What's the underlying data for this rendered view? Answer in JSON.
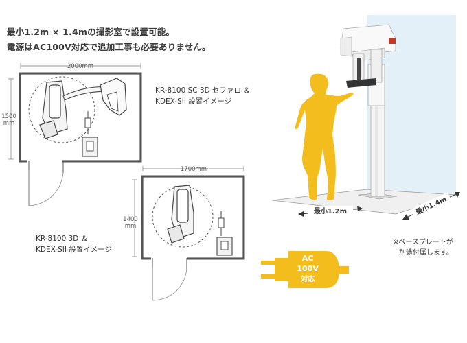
{
  "headline": {
    "line1": "最小1.2m × 1.4mの撮影室で設置可能。",
    "line2": "電源はAC100V対応で追加工事も必要ありません。"
  },
  "plan_top": {
    "width_label": "2000mm",
    "height_label_1": "1500",
    "height_label_2": "mm",
    "caption_line1": "KR-8100 SC 3D セファロ ＆",
    "caption_line2": "KDEX-SII 設置イメージ"
  },
  "plan_bottom": {
    "width_label": "1700mm",
    "height_label_1": "1400",
    "height_label_2": "mm",
    "caption_line1": "KR-8100 3D ＆",
    "caption_line2": "KDEX-SII 設置イメージ"
  },
  "room": {
    "min_width_label": "最小1.2m",
    "min_depth_label": "最小1.4m"
  },
  "plug": {
    "line1": "AC",
    "line2": "100V",
    "line3": "対応"
  },
  "note": {
    "line1": "※ベースプレートが",
    "line2": "別途付属します。"
  },
  "colors": {
    "person": "#f3bd1d",
    "plug": "#f3bd1d",
    "wall": "#e3f0f7"
  }
}
